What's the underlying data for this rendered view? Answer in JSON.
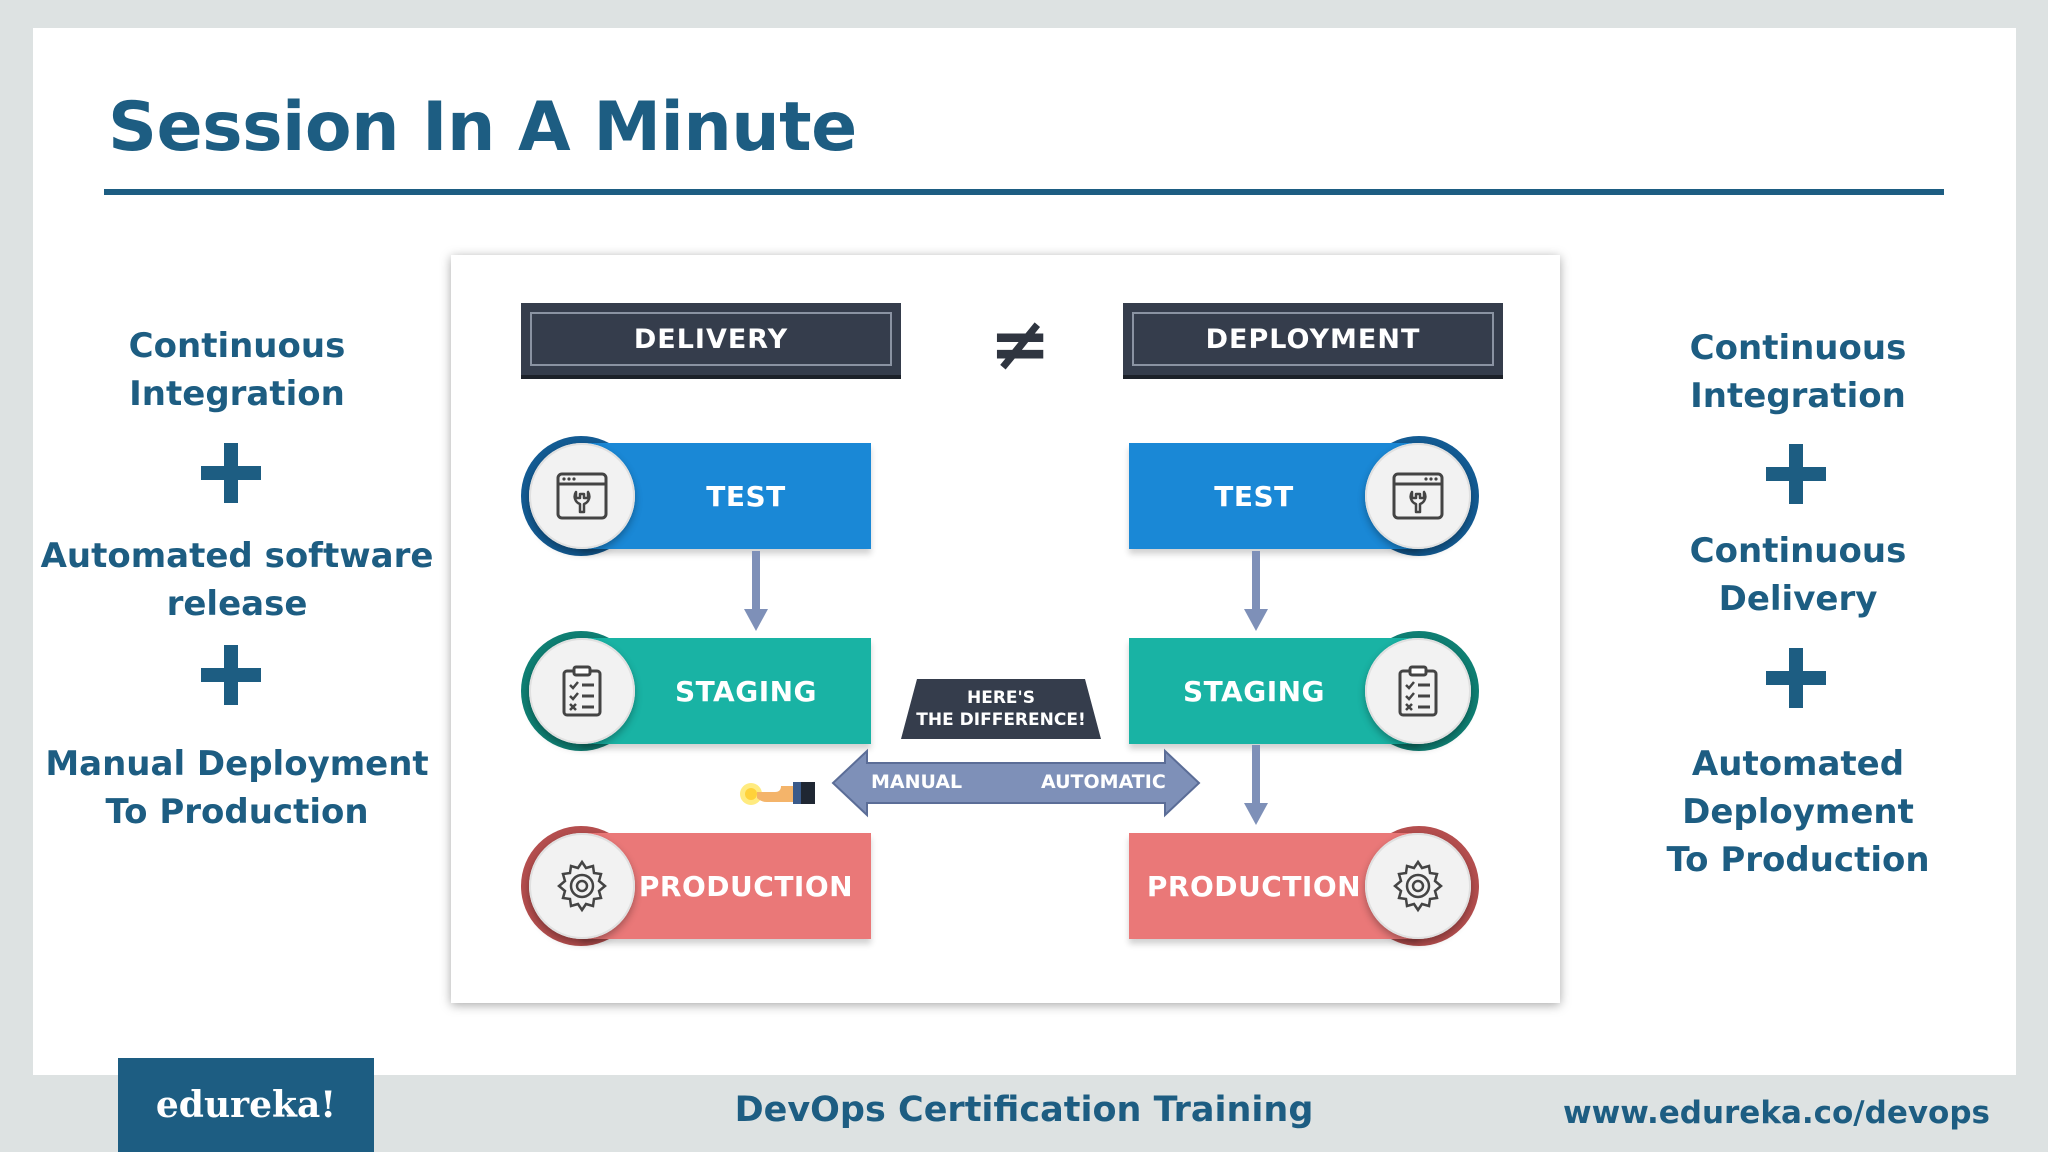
{
  "slide": {
    "title": "Session In A Minute"
  },
  "left_column": {
    "line1": "Continuous\nIntegration",
    "line2": "Automated software\nrelease",
    "line3": "Manual Deployment\nTo Production"
  },
  "right_column": {
    "line1": "Continuous\nIntegration",
    "line2": "Continuous\nDelivery",
    "line3": "Automated Deployment\nTo Production"
  },
  "diagram": {
    "left_header": "DELIVERY",
    "right_header": "DEPLOYMENT",
    "not_equal": "≠",
    "stages_left": [
      "TEST",
      "STAGING",
      "PRODUCTION"
    ],
    "stages_right": [
      "TEST",
      "STAGING",
      "PRODUCTION"
    ],
    "difference_label": "HERE'S\nTHE DIFFERENCE!",
    "manual_label": "MANUAL",
    "automatic_label": "AUTOMATIC",
    "icons": [
      "browser-wrench-icon",
      "clipboard-checklist-icon",
      "gear-icon",
      "hand-pointer-icon"
    ],
    "colors": {
      "test": "#1a88d6",
      "staging": "#19b3a4",
      "production": "#ea7878",
      "header": "#353d4c",
      "arrow": "#7e90b8"
    }
  },
  "footer": {
    "logo": "edureka!",
    "center": "DevOps Certification Training",
    "url": "www.edureka.co/devops"
  },
  "theme": {
    "primary": "#1d5d82"
  }
}
